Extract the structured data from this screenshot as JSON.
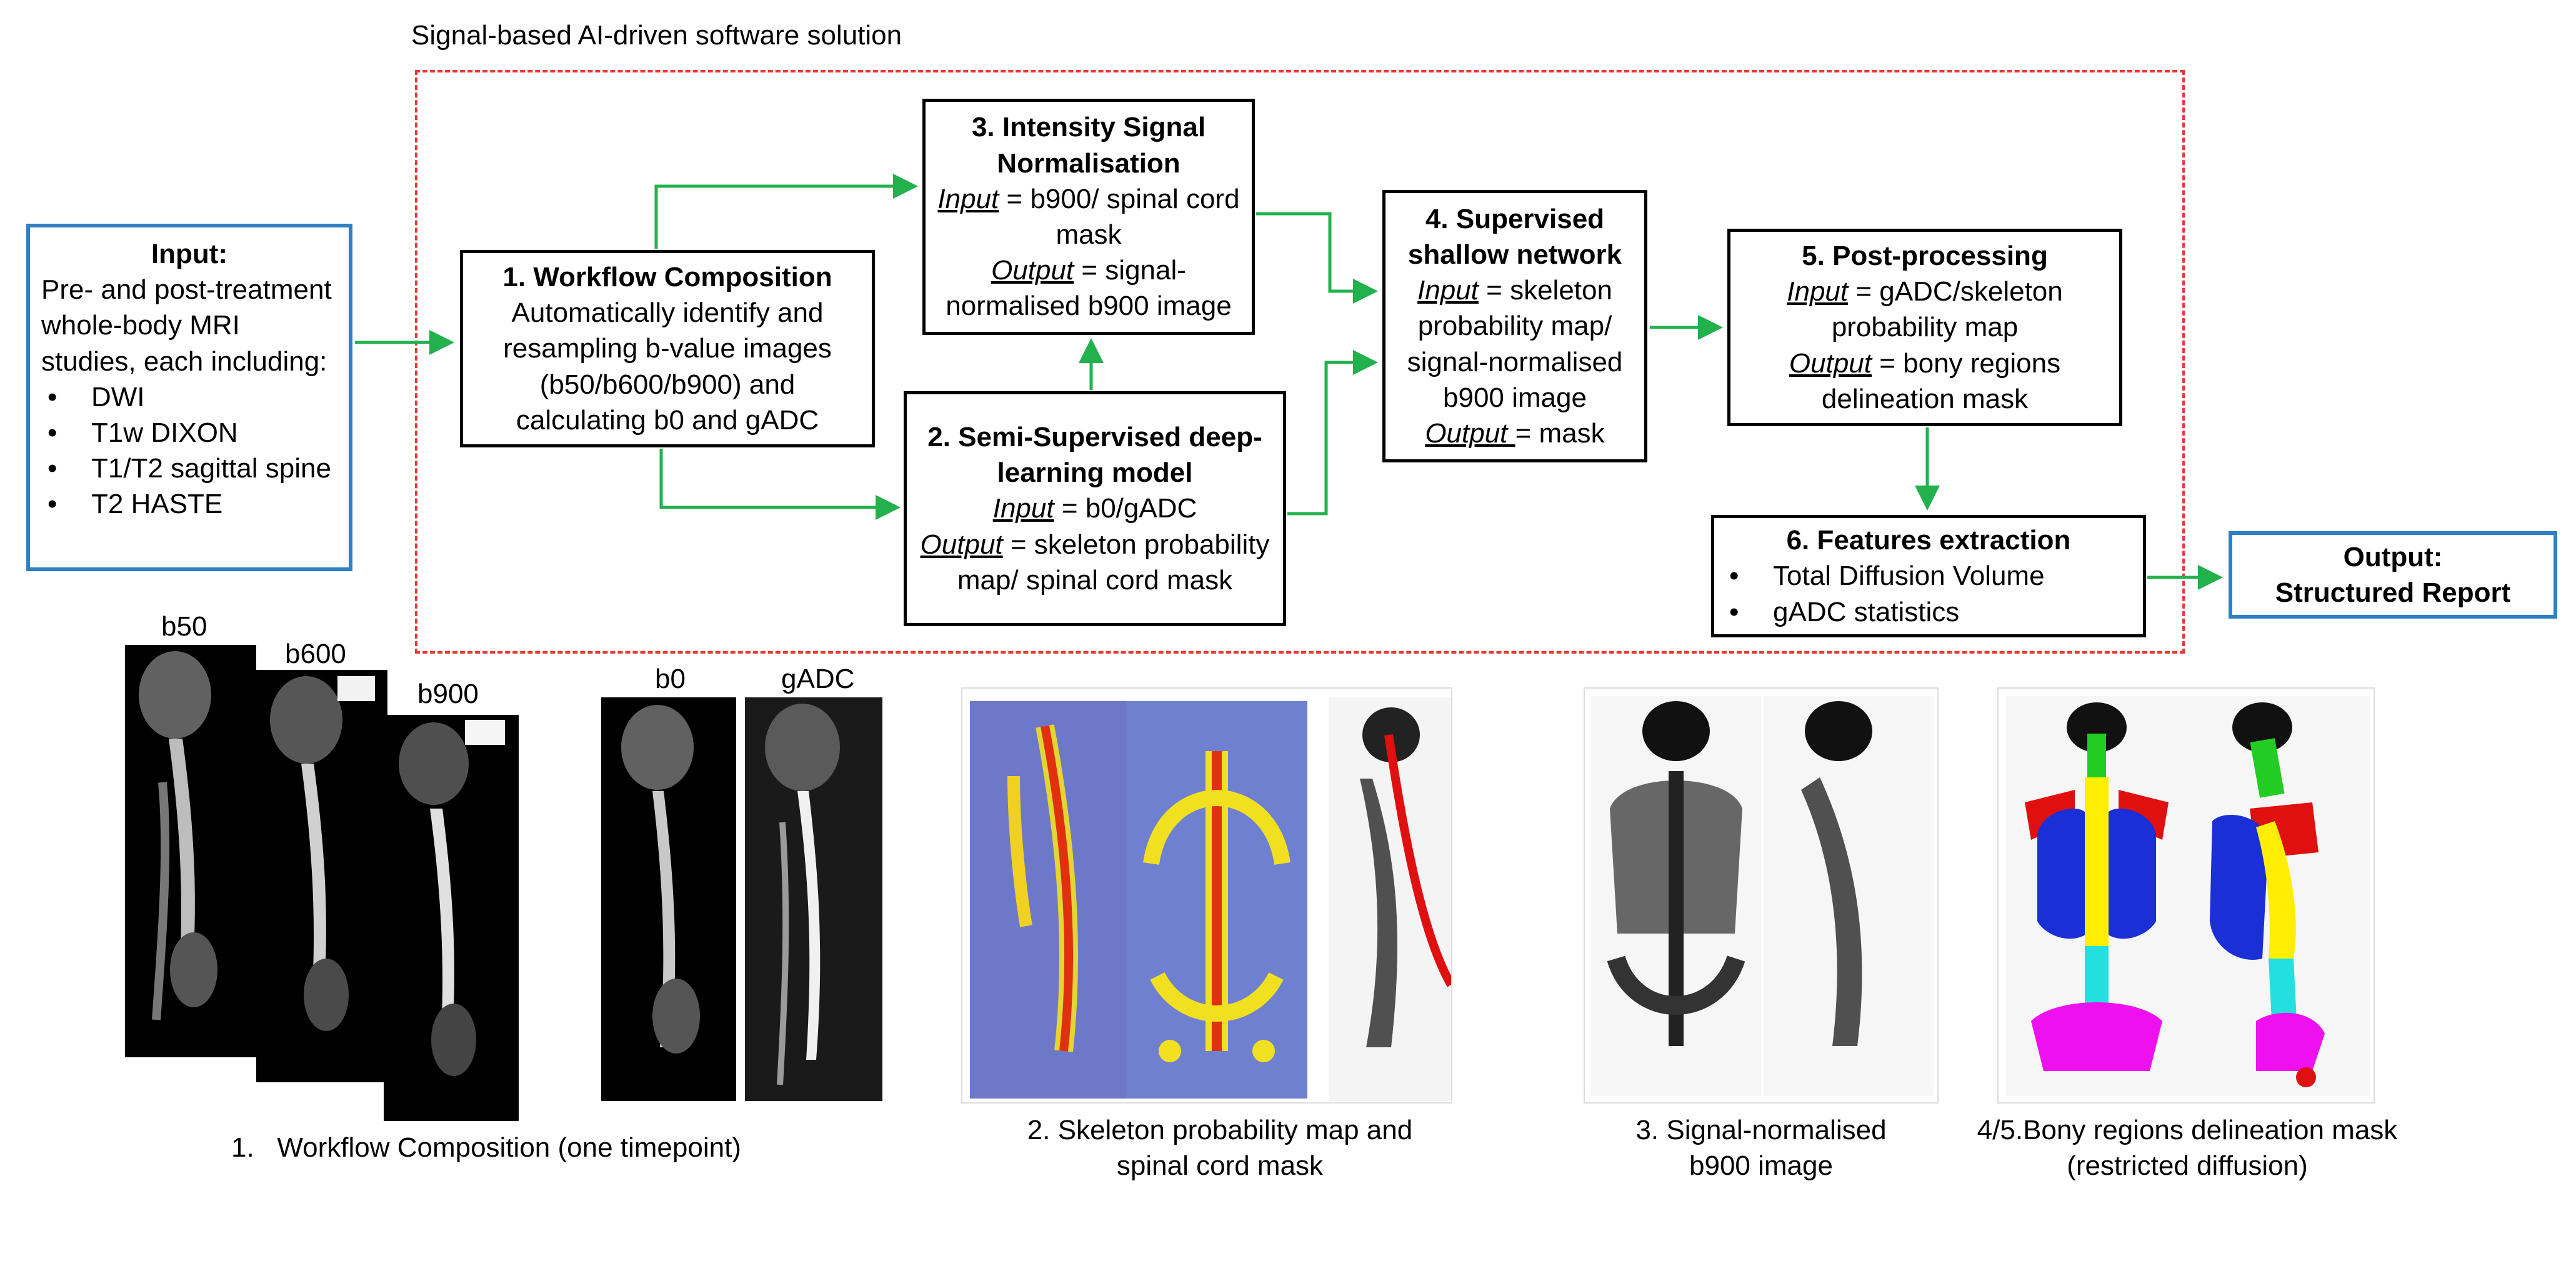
{
  "container_title": "Signal-based AI-driven software solution",
  "input": {
    "title": "Input:",
    "text": "Pre- and post-treatment whole-body MRI studies, each including:",
    "items": [
      "DWI",
      "T1w DIXON",
      "T1/T2 sagittal spine",
      "T2 HASTE"
    ]
  },
  "step1": {
    "title": "1. Workflow Composition",
    "text": "Automatically identify and resampling b-value images (b50/b600/b900) and calculating b0 and gADC"
  },
  "step2": {
    "title": "2. Semi-Supervised deep-learning model",
    "in_key": "Input",
    "in_val": " = b0/gADC",
    "out_key": "Output",
    "out_val": " = skeleton probability map/ spinal cord mask"
  },
  "step3": {
    "title": "3. Intensity Signal Normalisation",
    "in_key": "Input",
    "in_val": " = b900/ spinal cord mask",
    "out_key": "Output",
    "out_val": " = signal-normalised b900 image"
  },
  "step4": {
    "title": "4. Supervised shallow network",
    "in_key": "Input",
    "in_val": " = skeleton probability map/ signal-normalised b900 image",
    "out_key": "Output ",
    "out_val": "= mask"
  },
  "step5": {
    "title": "5. Post-processing",
    "in_key": "Input",
    "in_val": " = gADC/skeleton probability map",
    "out_key": "Output",
    "out_val": " = bony regions delineation mask"
  },
  "step6": {
    "title": "6. Features extraction",
    "items": [
      "Total Diffusion Volume",
      "gADC statistics"
    ]
  },
  "output": {
    "title": "Output:",
    "text": "Structured Report"
  },
  "image_labels": {
    "b50": "b50",
    "b600": "b600",
    "b900": "b900",
    "b0": "b0",
    "gadc": "gADC"
  },
  "captions": {
    "c1": "1.   Workflow Composition (one timepoint)",
    "c2_line1": "2. Skeleton probability map and",
    "c2_line2": "spinal cord mask",
    "c3_line1": "3. Signal-normalised",
    "c3_line2": "b900 image",
    "c4_line1": "4/5.Bony regions delineation mask",
    "c4_line2": "(restricted diffusion)"
  },
  "colors": {
    "arrow": "#22b14c",
    "dashed_border": "#e53935",
    "io_border": "#2f7fc4",
    "mask_skull": "#22cc22",
    "mask_spine": "#ffee00",
    "mask_lumbar": "#22e0e0",
    "mask_ribs": "#1a2fd6",
    "mask_shoulder": "#e01010",
    "mask_pelvis": "#ee10ee"
  }
}
